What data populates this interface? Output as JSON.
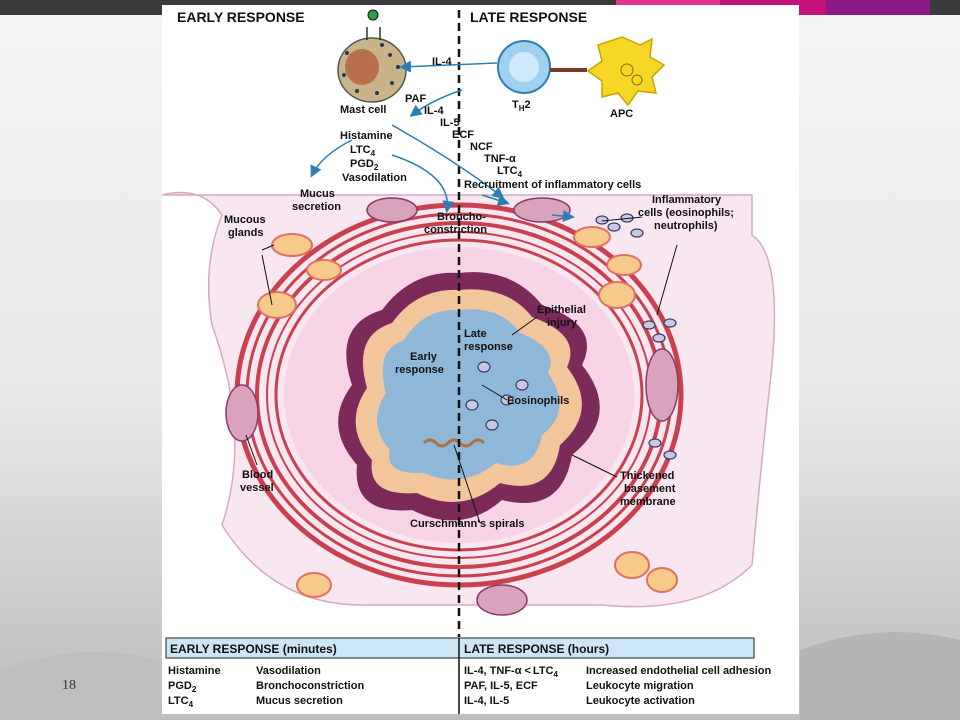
{
  "slide": {
    "number": "18"
  },
  "colors": {
    "bar_dark": "#3a3a3a",
    "bar_pink": "#e2338a",
    "bar_magenta": "#c5127a",
    "bar_purple": "#8a1b85",
    "tissue": "#f8e6f0",
    "muscle": "#c9414f",
    "lumen": "#8fb8d8",
    "epithelium": "#f2c59a",
    "basement": "#7b2a5a",
    "legend_bar": "#cce6f6"
  },
  "diagram": {
    "header_early": "EARLY RESPONSE",
    "header_late": "LATE RESPONSE",
    "il4_top": "IL-4",
    "th2": "T",
    "th2_sub": "H",
    "th2_suffix": "2",
    "apc": "APC",
    "mast_cell": "Mast cell",
    "mediators_left": [
      "Histamine",
      "LTC",
      "PGD",
      "Vasodilation"
    ],
    "ltc_sub": "4",
    "pgd_sub": "2",
    "mediators_right": [
      "PAF",
      "IL-4",
      "IL-5",
      "ECF",
      "NCF",
      "TNF-α",
      "LTC"
    ],
    "recruitment": "Recruitment of inflammatory cells",
    "mucus_secretion": [
      "Mucus",
      "secretion"
    ],
    "bronchoconstriction": [
      "Broncho-",
      "constriction"
    ],
    "mucous_glands": [
      "Mucous",
      "glands"
    ],
    "inflammatory_cells": [
      "Inflammatory",
      "cells (eosinophils;",
      "neutrophils)"
    ],
    "epithelial_injury": [
      "Epithelial",
      "injury"
    ],
    "late_response": [
      "Late",
      "response"
    ],
    "early_response": [
      "Early",
      "response"
    ],
    "eosinophils": "Eosinophils",
    "blood_vessel": [
      "Blood",
      "vessel"
    ],
    "thickened_bm": [
      "Thickened",
      "basement",
      "membrane"
    ],
    "curschmann": "Curschmann's spirals"
  },
  "legend": {
    "early_header": "EARLY RESPONSE (minutes)",
    "late_header": "LATE RESPONSE (hours)",
    "early_rows": [
      {
        "mediator": "Histamine",
        "effect": "Vasodilation"
      },
      {
        "mediator": "PGD",
        "sub": "2",
        "effect": "Bronchoconstriction"
      },
      {
        "mediator": "LTC",
        "sub": "4",
        "effect": "Mucus secretion"
      }
    ],
    "late_rows": [
      {
        "mediator": "IL-4, TNF-α",
        "extra": "LTC",
        "sub": "4",
        "effect": "Increased endothelial cell adhesion"
      },
      {
        "mediator": "PAF, IL-5, ECF",
        "effect": "Leukocyte migration"
      },
      {
        "mediator": "IL-4, IL-5",
        "effect": "Leukocyte activation"
      }
    ]
  }
}
